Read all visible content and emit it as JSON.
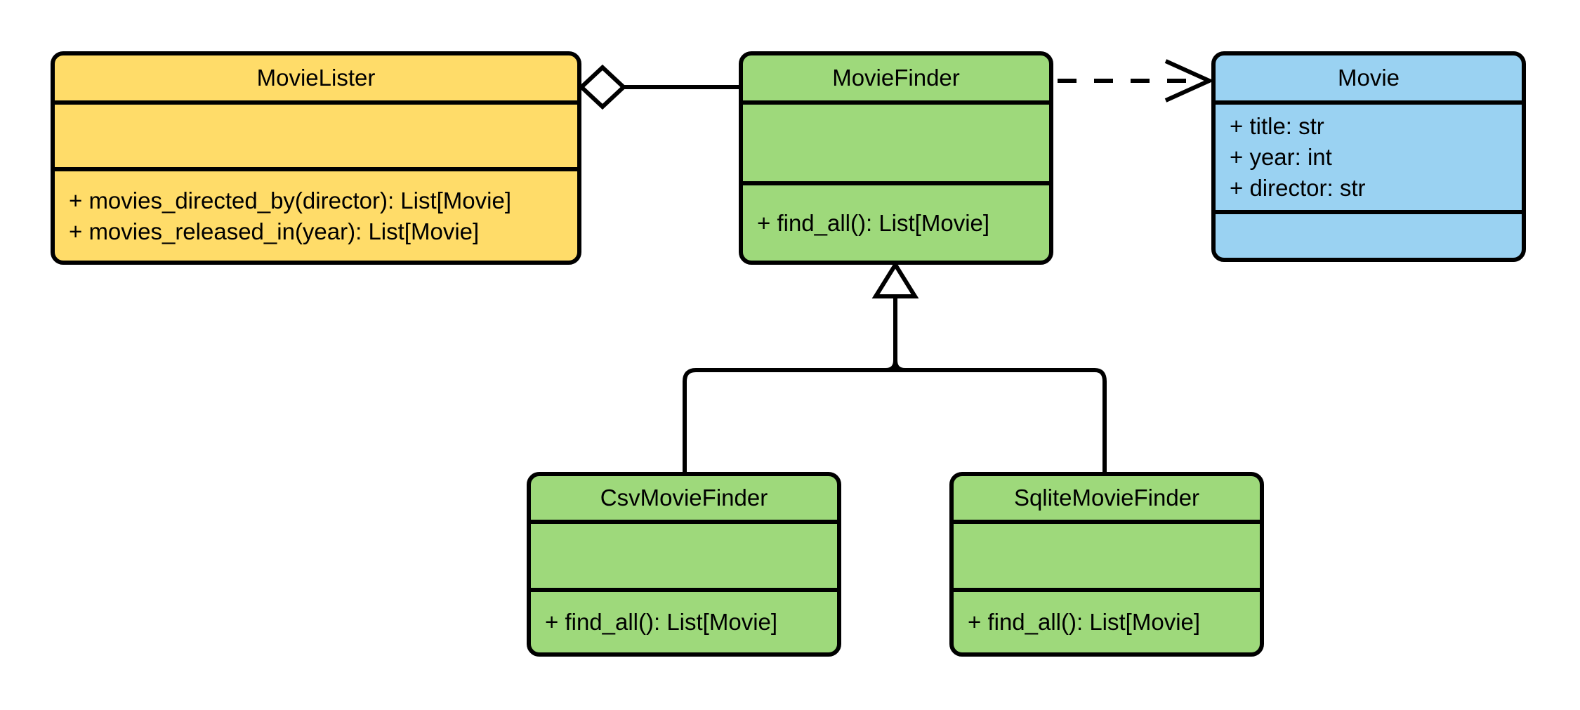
{
  "diagram": {
    "type": "uml-class-diagram",
    "background": "#FFFFFF",
    "colors": {
      "yellow": "#FFDC69",
      "green": "#9ED97B",
      "blue": "#9AD2F2",
      "stroke": "#000000"
    },
    "classes": [
      {
        "name": "MovieLister",
        "fill": "yellow",
        "attributes": [],
        "methods": [
          "+ movies_directed_by(director): List[Movie]",
          "+ movies_released_in(year): List[Movie]"
        ]
      },
      {
        "name": "MovieFinder",
        "fill": "green",
        "attributes": [],
        "methods": [
          "+ find_all(): List[Movie]"
        ]
      },
      {
        "name": "Movie",
        "fill": "blue",
        "attributes": [
          "+ title: str",
          "+ year: int",
          "+ director: str"
        ],
        "methods": []
      },
      {
        "name": "CsvMovieFinder",
        "fill": "green",
        "attributes": [],
        "methods": [
          "+ find_all(): List[Movie]"
        ]
      },
      {
        "name": "SqliteMovieFinder",
        "fill": "green",
        "attributes": [],
        "methods": [
          "+ find_all(): List[Movie]"
        ]
      }
    ],
    "relationships": [
      {
        "type": "aggregation",
        "owner": "MovieLister",
        "part": "MovieFinder",
        "line": "solid",
        "marker": "hollow-diamond-at-owner"
      },
      {
        "type": "dependency",
        "from": "MovieFinder",
        "to": "Movie",
        "line": "dashed",
        "marker": "open-arrow-at-target"
      },
      {
        "type": "generalization",
        "child": "CsvMovieFinder",
        "parent": "MovieFinder",
        "line": "solid",
        "marker": "hollow-triangle-at-parent"
      },
      {
        "type": "generalization",
        "child": "SqliteMovieFinder",
        "parent": "MovieFinder",
        "line": "solid",
        "marker": "hollow-triangle-at-parent"
      }
    ]
  }
}
